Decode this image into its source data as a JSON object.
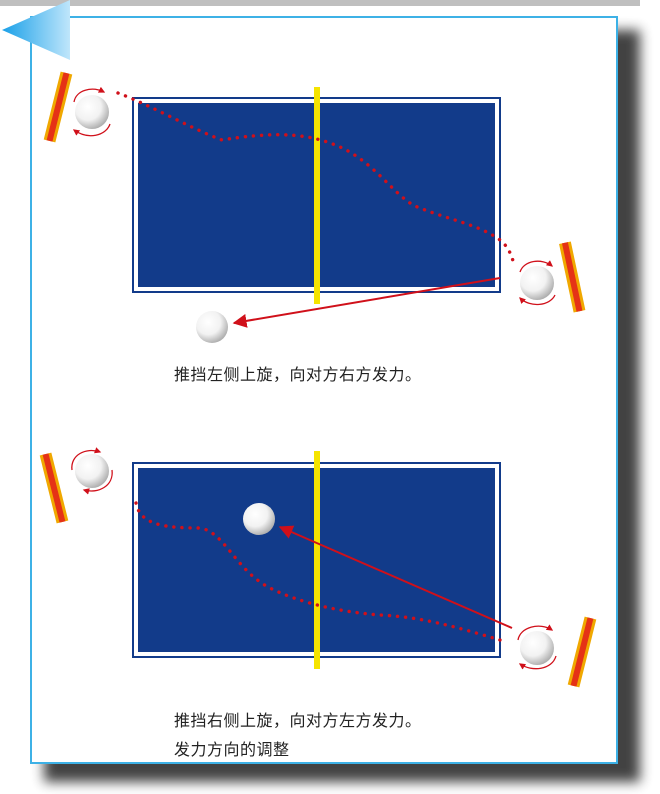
{
  "colors": {
    "frame": "#3db1e6",
    "table": "#123b8a",
    "net": "#f5e400",
    "arrow": "#d0101a",
    "paddle_rubber": "#e53216",
    "paddle_edge": "#f0a800"
  },
  "diagrams": [
    {
      "caption": "推挡左侧上旋，向对方右方发力。"
    },
    {
      "caption": "推挡右侧上旋，向对方左方发力。",
      "caption2": "发力方向的调整"
    }
  ]
}
